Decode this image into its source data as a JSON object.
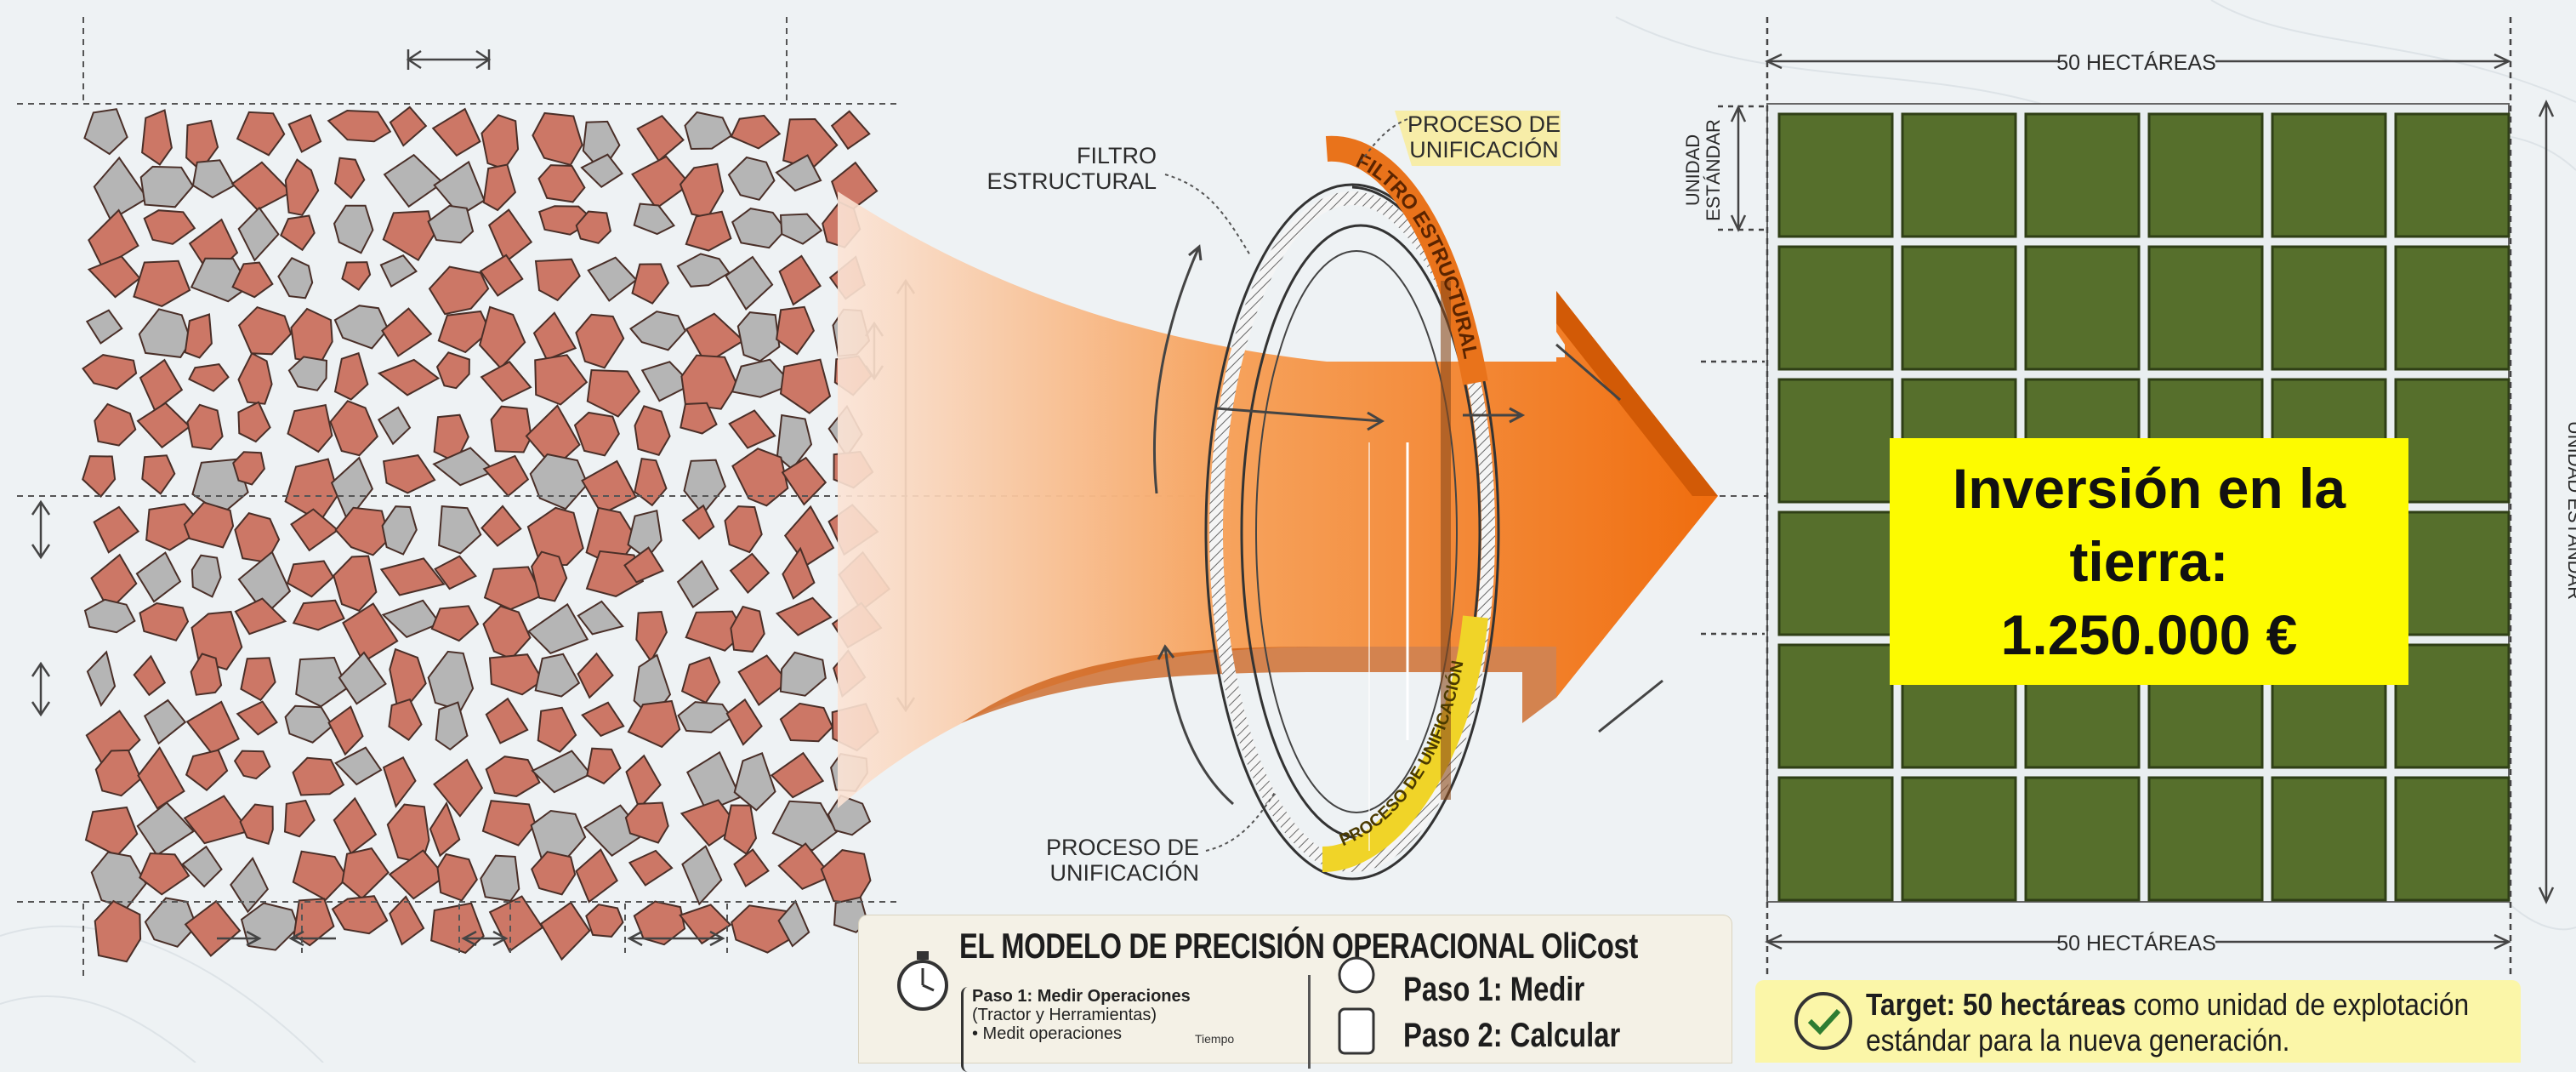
{
  "labels": {
    "filtro_estructural_callout": [
      "FILTRO",
      "ESTRUCTURAL"
    ],
    "proceso_unificacion_callout": [
      "PROCESO DE",
      "UNIFICACIÓN"
    ],
    "proceso_unificacion_bottom": [
      "PROCESO DE",
      "UNIFICACIÓN"
    ],
    "ring_top_text": "FILTRO ESTRUCTURAL",
    "ring_bottom_text": "PROCESO DE UNIFICACIÓN",
    "hectareas_top": "50 HECTÁREAS",
    "hectareas_bottom": "50 HECTÁREAS",
    "unidad_left": [
      "UNIDAD",
      "ESTÁNDAR"
    ],
    "unidad_right": "UNIDAD ESTÁNDAR"
  },
  "investment": {
    "line1": "Inversión en la",
    "line2": "tierra:",
    "line3": "1.250.000 €"
  },
  "model": {
    "title": "EL MODELO DE PRECISIÓN OPERACIONAL OliCost",
    "step_box_title": "Paso 1: Medir Operaciones",
    "step_box_sub": "(Tractor y Herramientas)",
    "step_box_bullet": "• Medit operaciones",
    "tiempo": "Tiempo",
    "right_step1": "Paso 1: Medir",
    "right_step2": "Paso 2: Calcular"
  },
  "target": {
    "bold": "Target: 50 hectáreas",
    "rest": " como unidad de explotación",
    "line2": "estándar para la nueva generación."
  },
  "colors": {
    "parcel_red": "#cc7766",
    "parcel_gray": "#b5b5b5",
    "field_green": "#566f2c",
    "arrow_orange": "#f07a16",
    "highlight_yellow": "#fdfb00"
  }
}
